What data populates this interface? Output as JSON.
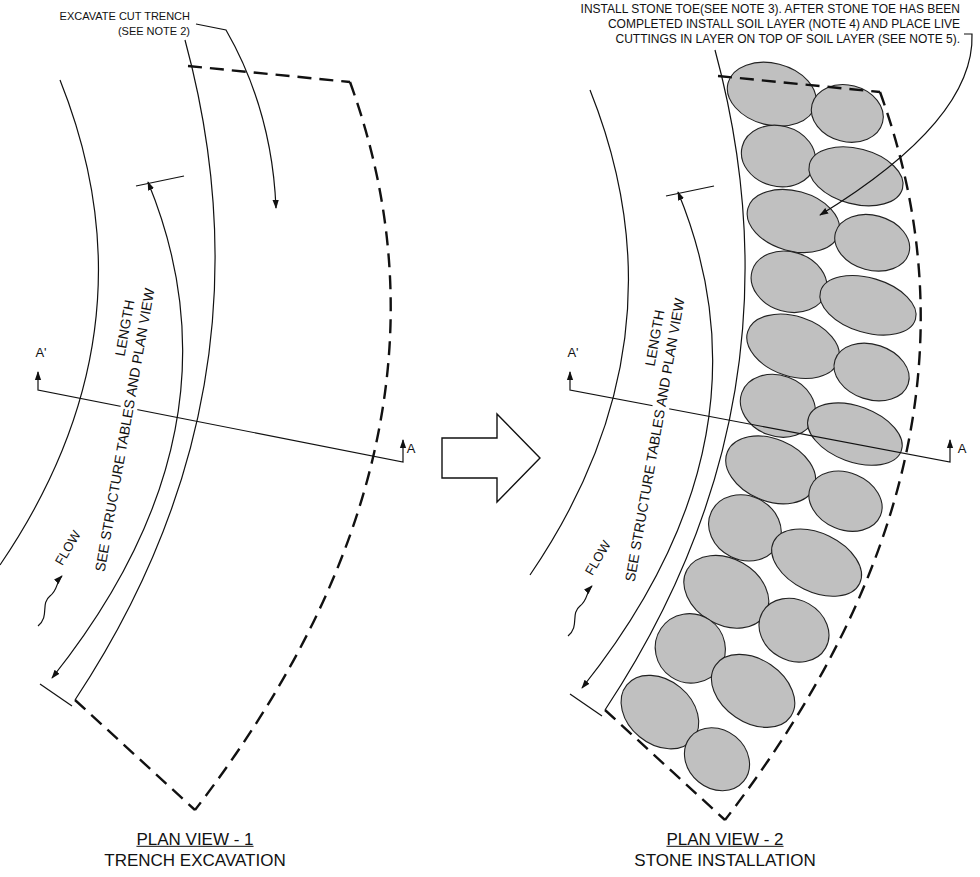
{
  "diagram": {
    "labels": [
      "EXCAVATE CUT TRENCH (SEE NOTE 2)",
      "LENGTH",
      "SEE STRUCTURE TABLES AND PLAN VIEW",
      "A'",
      "A",
      "FLOW",
      "PLAN VIEW - 1",
      "TRENCH EXCAVATION",
      "INSTALL STONE TOE(SEE NOTE 3). AFTER STONE TOE HAS BEEN COMPLETED INSTALL SOIL LAYER (NOTE 4) AND PLACE LIVE CUTTINGS IN LAYER ON TOP OF SOIL LAYER (SEE NOTE 5).",
      "LENGTH",
      "SEE STRUCTURE TABLES AND PLAN VIEW",
      "A'",
      "A",
      "FLOW",
      "PLAN VIEW - 2",
      "STONE INSTALLATION"
    ]
  }
}
